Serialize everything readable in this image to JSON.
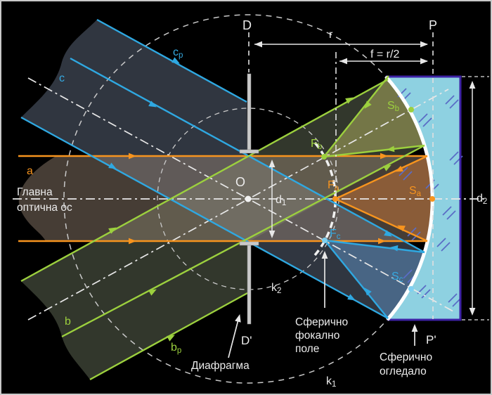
{
  "figure": {
    "title": "Spherical mirror with diaphragm at centre of curvature (Bulgarian optics diagram)",
    "axis_label_line1": "Главна",
    "axis_label_line2": "оптична ос",
    "diaphragm_label": "Диафрагма",
    "focal_field_label": [
      "Сферично",
      "фокално",
      "поле"
    ],
    "mirror_label": [
      "Сферично",
      "огледало"
    ]
  },
  "labels_simple": {
    "D": "D",
    "P": "P",
    "D_prime": "D'",
    "P_prime": "P'",
    "O": "O",
    "r": "r",
    "f": "f = r/2",
    "ray_a": "a",
    "ray_b": "b",
    "ray_c": "c"
  },
  "labels_sub": {
    "d1": {
      "base": "d",
      "sub": "1"
    },
    "d2": {
      "base": "d",
      "sub": "2"
    },
    "k1": {
      "base": "k",
      "sub": "1"
    },
    "k2": {
      "base": "k",
      "sub": "2"
    },
    "Fa": {
      "base": "F",
      "sub": "a"
    },
    "Fb": {
      "base": "F",
      "sub": "b"
    },
    "Fc": {
      "base": "F",
      "sub": "c"
    },
    "Sa": {
      "base": "S",
      "sub": "a"
    },
    "Sb": {
      "base": "S",
      "sub": "b"
    },
    "Sc": {
      "base": "S",
      "sub": "c"
    },
    "bp": {
      "base": "b",
      "sub": "p"
    },
    "cp": {
      "base": "c",
      "sub": "p"
    }
  },
  "colors": {
    "ray_a_orange": "#f7941e",
    "ray_b_green": "#9cd03e",
    "ray_c_blue": "#2fa8e1",
    "white_lines": "#e8e8e8",
    "glass": "#8ed1e1",
    "glass_border": "#3d22a5",
    "glass_hatch": "#5a6cc5",
    "background": "#000000"
  }
}
